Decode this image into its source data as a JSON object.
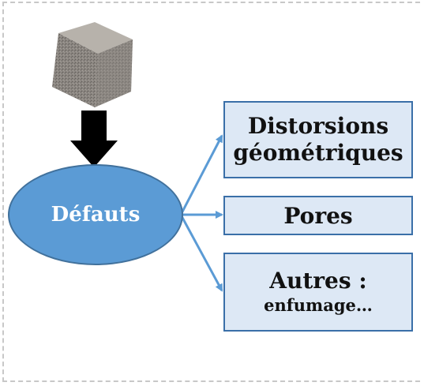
{
  "diagram": {
    "center": {
      "label": "Défauts"
    },
    "branches": [
      {
        "lines": [
          "Distorsions",
          "géométriques"
        ]
      },
      {
        "lines": [
          "Pores"
        ]
      },
      {
        "lines": [
          "Autres :",
          "enfumage…"
        ]
      }
    ]
  },
  "colors": {
    "ellipse_fill": "#5b9bd5",
    "ellipse_border": "#41719c",
    "box_fill": "#dde8f5",
    "box_border": "#3a6fa8",
    "connector": "#5b9bd5",
    "down_arrow": "#000000"
  },
  "icons": {
    "cube": "metal-cube-icon",
    "arrow": "arrow-down-icon"
  }
}
